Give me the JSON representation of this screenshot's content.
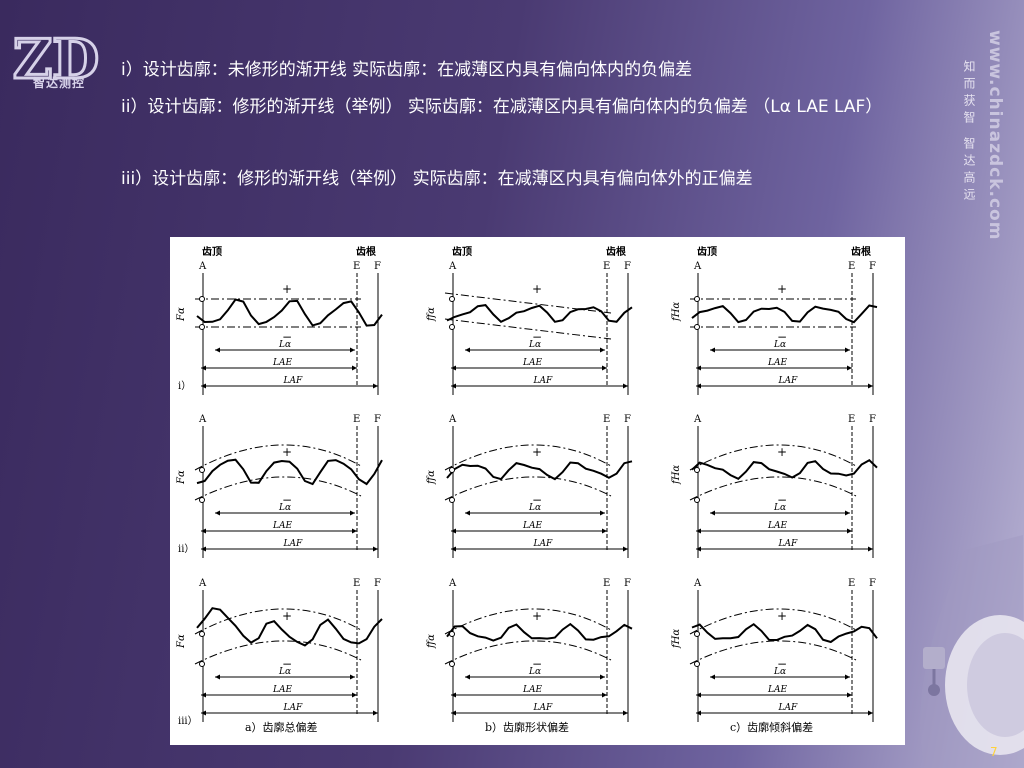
{
  "logo": {
    "mark": "ZD",
    "text": "智达测控"
  },
  "lines": [
    "i）设计齿廓：未修形的渐开线 实际齿廓：在减薄区内具有偏向体内的负偏差",
    "ii）设计齿廓：修形的渐开线（举例） 实际齿廓：在减薄区内具有偏向体内的负偏差 （Lα LAE LAF）",
    "iii）设计齿廓：修形的渐开线（举例） 实际齿廓：在减薄区内具有偏向体外的正偏差"
  ],
  "side": {
    "url": "www.chinazdck.com",
    "slogan": "知而获智 智达高远"
  },
  "figure": {
    "top_labels": {
      "tip": "齿顶",
      "root": "齿根"
    },
    "point_labels": {
      "A": "A",
      "E": "E",
      "F": "F"
    },
    "row_labels": [
      "i）",
      "ii）",
      "iii）"
    ],
    "col_captions": [
      "a）齿廓总偏差",
      "b）齿廓形状偏差",
      "c）齿廓倾斜偏差"
    ],
    "dev_symbols": [
      "Fα",
      "ffα",
      "fHα"
    ],
    "lengths": [
      "Lα",
      "LAE",
      "LAF"
    ],
    "signs": {
      "plus": "+",
      "minus": "−"
    }
  },
  "page_number": "7"
}
